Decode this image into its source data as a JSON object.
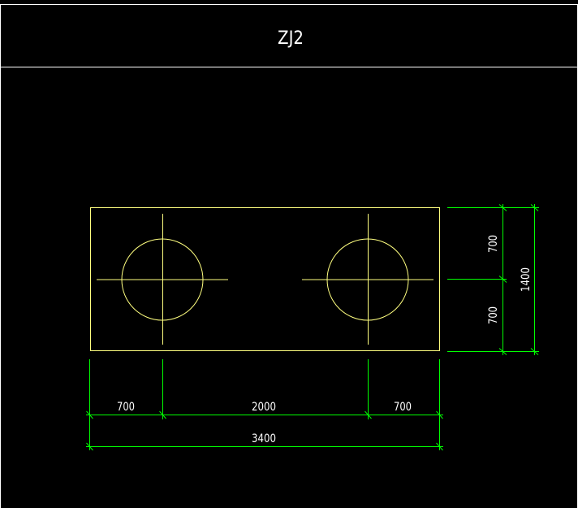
{
  "title": "ZJ2",
  "dimensions": {
    "horizontal_segments": [
      "700",
      "2000",
      "700"
    ],
    "horizontal_total": "3400",
    "vertical_segments": [
      "700",
      "700"
    ],
    "vertical_total": "1400"
  },
  "colors": {
    "background": "#000000",
    "frame": "#ffffff",
    "outline": "#ffff80",
    "dimension": "#00ff00"
  }
}
